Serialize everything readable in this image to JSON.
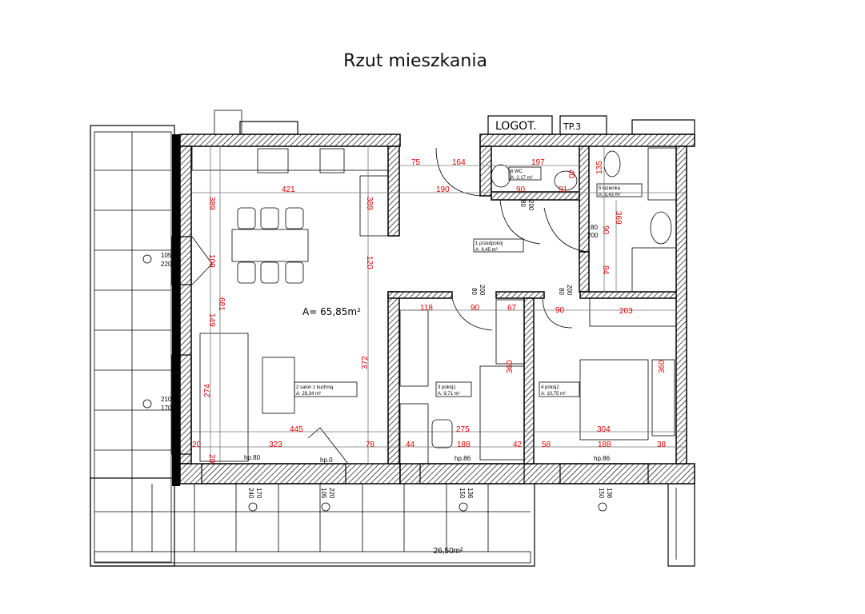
{
  "title": "Rzut mieszkania",
  "total_area": "A= 65,85m²",
  "terrace_area": "26,50m²",
  "tags": {
    "logot": "LOGOT.",
    "tp": "TP.3"
  },
  "rooms": [
    {
      "name": "1 przedpokój",
      "area": "A: 9,45 m²"
    },
    {
      "name": "2 salon z kuchnią",
      "area": "A: 28,34 m²"
    },
    {
      "name": "3 pokój1",
      "area": "A: 9,71 m²"
    },
    {
      "name": "4 pokój2",
      "area": "A: 10,75 m²"
    },
    {
      "name": "5 łazienka",
      "area": "A: 5,43 m²"
    },
    {
      "name": "6 WC",
      "area": "A: 2,17 m²"
    }
  ],
  "dimensions": [
    "389",
    "421",
    "389",
    "75",
    "164",
    "197",
    "190",
    "90",
    "40",
    "91",
    "135",
    "109",
    "120",
    "369",
    "90",
    "84",
    "681",
    "149",
    "118",
    "90",
    "67",
    "90",
    "203",
    "372",
    "360",
    "360",
    "274",
    "445",
    "275",
    "304",
    "20",
    "323",
    "78",
    "44",
    "188",
    "42",
    "58",
    "188",
    "38",
    "20"
  ],
  "door_sizes": [
    {
      "w": "80",
      "h": "200"
    },
    {
      "w": "80",
      "h": "200"
    },
    {
      "w": "80",
      "h": "200"
    },
    {
      "w": "80",
      "h": "200"
    }
  ],
  "windows": [
    {
      "sill": "hp.80",
      "size_w": "240",
      "size_h": "170"
    },
    {
      "sill": "hp.0",
      "size_w": "105",
      "size_h": "220"
    },
    {
      "sill": "hp.86",
      "size_w": "150",
      "size_h": "136"
    },
    {
      "sill": "hp.86",
      "size_w": "150",
      "size_h": "136"
    },
    {
      "sill": "",
      "size_w": "105",
      "size_h": "220"
    },
    {
      "sill": "",
      "size_w": "210",
      "size_h": "170"
    }
  ]
}
